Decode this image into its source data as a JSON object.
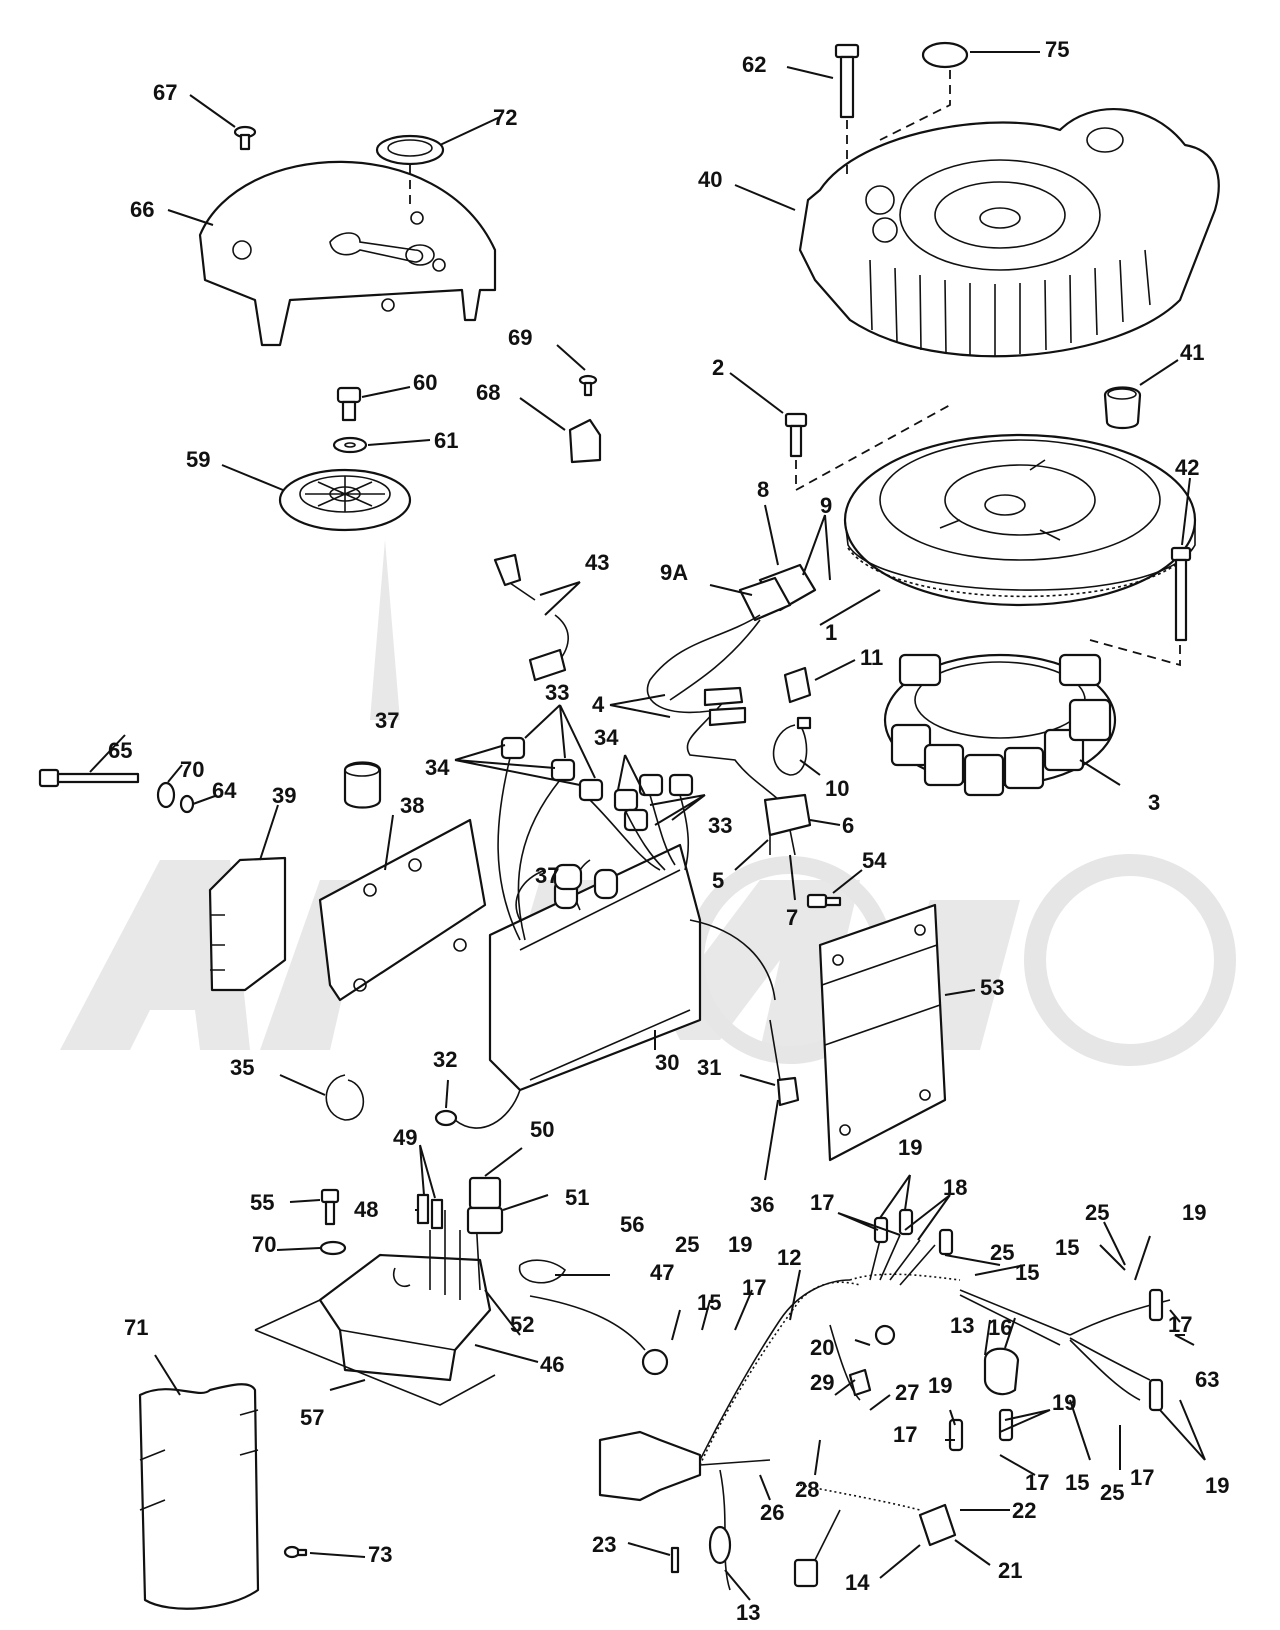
{
  "watermark": {
    "text": "ArtMoto"
  },
  "callouts": [
    {
      "id": "c67",
      "text": "67"
    },
    {
      "id": "c72",
      "text": "72"
    },
    {
      "id": "c66",
      "text": "66"
    },
    {
      "id": "c62",
      "text": "62"
    },
    {
      "id": "c75",
      "text": "75"
    },
    {
      "id": "c40",
      "text": "40"
    },
    {
      "id": "c69",
      "text": "69"
    },
    {
      "id": "c60",
      "text": "60"
    },
    {
      "id": "c68",
      "text": "68"
    },
    {
      "id": "c61",
      "text": "61"
    },
    {
      "id": "c59",
      "text": "59"
    },
    {
      "id": "c2",
      "text": "2"
    },
    {
      "id": "c41",
      "text": "41"
    },
    {
      "id": "c8",
      "text": "8"
    },
    {
      "id": "c9",
      "text": "9"
    },
    {
      "id": "c42",
      "text": "42"
    },
    {
      "id": "c43",
      "text": "43"
    },
    {
      "id": "c9A",
      "text": "9A"
    },
    {
      "id": "c1",
      "text": "1"
    },
    {
      "id": "c11",
      "text": "11"
    },
    {
      "id": "c33a",
      "text": "33"
    },
    {
      "id": "c4",
      "text": "4"
    },
    {
      "id": "c37a",
      "text": "37"
    },
    {
      "id": "c34a",
      "text": "34"
    },
    {
      "id": "c34b",
      "text": "34"
    },
    {
      "id": "c65",
      "text": "65"
    },
    {
      "id": "c70a",
      "text": "70"
    },
    {
      "id": "c64",
      "text": "64"
    },
    {
      "id": "c39",
      "text": "39"
    },
    {
      "id": "c38",
      "text": "38"
    },
    {
      "id": "c10",
      "text": "10"
    },
    {
      "id": "c3",
      "text": "3"
    },
    {
      "id": "c33b",
      "text": "33"
    },
    {
      "id": "c6",
      "text": "6"
    },
    {
      "id": "c54",
      "text": "54"
    },
    {
      "id": "c5",
      "text": "5"
    },
    {
      "id": "c37b",
      "text": "37"
    },
    {
      "id": "c7",
      "text": "7"
    },
    {
      "id": "c53",
      "text": "53"
    },
    {
      "id": "c35",
      "text": "35"
    },
    {
      "id": "c32",
      "text": "32"
    },
    {
      "id": "c30",
      "text": "30"
    },
    {
      "id": "c31",
      "text": "31"
    },
    {
      "id": "c49",
      "text": "49"
    },
    {
      "id": "c50",
      "text": "50"
    },
    {
      "id": "c19a",
      "text": "19"
    },
    {
      "id": "c55",
      "text": "55"
    },
    {
      "id": "c48",
      "text": "48"
    },
    {
      "id": "c51",
      "text": "51"
    },
    {
      "id": "c36",
      "text": "36"
    },
    {
      "id": "c17a",
      "text": "17"
    },
    {
      "id": "c18",
      "text": "18"
    },
    {
      "id": "c25a",
      "text": "25"
    },
    {
      "id": "c19b",
      "text": "19"
    },
    {
      "id": "c70b",
      "text": "70"
    },
    {
      "id": "c56",
      "text": "56"
    },
    {
      "id": "c25b",
      "text": "25"
    },
    {
      "id": "c19c",
      "text": "19"
    },
    {
      "id": "c12",
      "text": "12"
    },
    {
      "id": "c25c",
      "text": "25"
    },
    {
      "id": "c15a",
      "text": "15"
    },
    {
      "id": "c15b",
      "text": "15"
    },
    {
      "id": "c47",
      "text": "47"
    },
    {
      "id": "c15c",
      "text": "15"
    },
    {
      "id": "c17b",
      "text": "17"
    },
    {
      "id": "c52",
      "text": "52"
    },
    {
      "id": "c13a",
      "text": "13"
    },
    {
      "id": "c16",
      "text": "16"
    },
    {
      "id": "c17c",
      "text": "17"
    },
    {
      "id": "c71",
      "text": "71"
    },
    {
      "id": "c46",
      "text": "46"
    },
    {
      "id": "c20",
      "text": "20"
    },
    {
      "id": "c63",
      "text": "63"
    },
    {
      "id": "c57",
      "text": "57"
    },
    {
      "id": "c29",
      "text": "29"
    },
    {
      "id": "c27",
      "text": "27"
    },
    {
      "id": "c19d",
      "text": "19"
    },
    {
      "id": "c19e",
      "text": "19"
    },
    {
      "id": "c17d",
      "text": "17"
    },
    {
      "id": "c17e",
      "text": "17"
    },
    {
      "id": "c17f",
      "text": "17"
    },
    {
      "id": "c15d",
      "text": "15"
    },
    {
      "id": "c25d",
      "text": "25"
    },
    {
      "id": "c19f",
      "text": "19"
    },
    {
      "id": "c28",
      "text": "28"
    },
    {
      "id": "c26",
      "text": "26"
    },
    {
      "id": "c22",
      "text": "22"
    },
    {
      "id": "c73",
      "text": "73"
    },
    {
      "id": "c23",
      "text": "23"
    },
    {
      "id": "c21",
      "text": "21"
    },
    {
      "id": "c14",
      "text": "14"
    },
    {
      "id": "c13b",
      "text": "13"
    }
  ]
}
